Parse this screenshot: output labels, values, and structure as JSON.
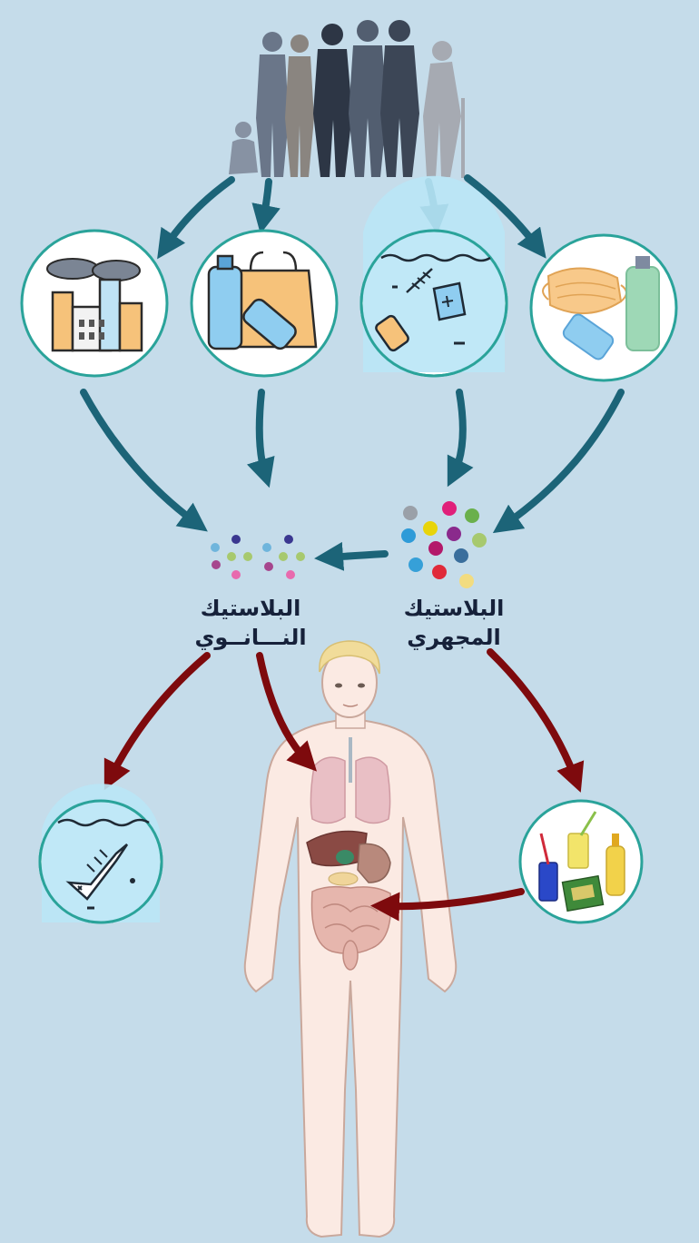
{
  "labels": {
    "nano_line1": "البلاستيك",
    "nano_line2": "النـــانــوي",
    "micro_line1": "البلاستيك",
    "micro_line2": "المجهري"
  },
  "icons": {
    "people": "people-silhouettes-icon",
    "factory": "factory-pollution-icon",
    "packaging": "plastic-packaging-icon",
    "ocean": "ocean-plastic-waste-icon",
    "ppe": "mask-bottle-icon",
    "nano": "nanoplastic-particles-icon",
    "micro": "microplastic-particles-icon",
    "fish": "dead-fish-icon",
    "food": "food-drinks-icon",
    "body": "human-body-organs-icon"
  },
  "colors": {
    "background": "#c5dcea",
    "flow_arrow": "#1c6478",
    "health_arrow": "#7e0a0d",
    "circle_border": "#2aa39a",
    "label_text": "#16213a"
  }
}
